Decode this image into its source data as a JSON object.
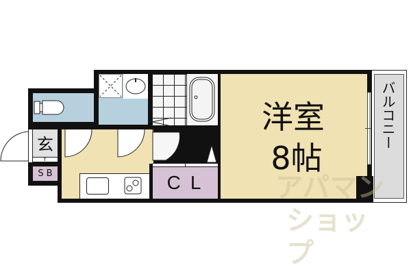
{
  "floor_plan": {
    "rooms": {
      "western_room": {
        "name": "洋室",
        "size": "8帖"
      },
      "balcony": {
        "name": "バルコニー"
      },
      "closet": {
        "name": "CL"
      },
      "entrance": {
        "name": "玄"
      },
      "shoe_box": {
        "name": "SB"
      }
    },
    "watermark": {
      "line1": "アパマン",
      "line2": "ショップ"
    },
    "colors": {
      "living": "#f1e2b3",
      "wet_area": "#b7d0de",
      "storage": "#d6c2d5",
      "balcony": "#dcdcdc",
      "wall": "#111111"
    }
  }
}
